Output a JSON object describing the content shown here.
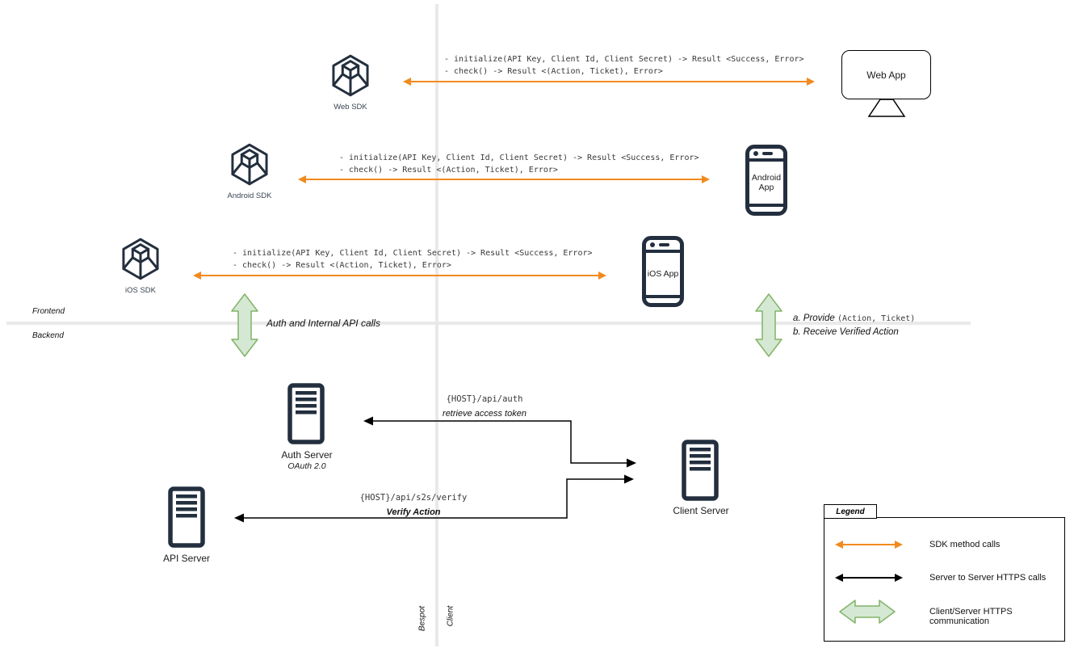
{
  "rows": [
    {
      "sdk_label": "Web SDK",
      "app_label": "Web App",
      "line1": "- initialize(API Key, Client Id, Client Secret) -> Result <Success, Error>",
      "line2": "- check() -> Result <(Action, Ticket), Error>"
    },
    {
      "sdk_label": "Android SDK",
      "app_label": "Android App",
      "line1": "- initialize(API Key, Client Id, Client Secret) -> Result <Success, Error>",
      "line2": "- check() -> Result <(Action, Ticket), Error>"
    },
    {
      "sdk_label": "iOS SDK",
      "app_label": "iOS App",
      "line1": "- initialize(API Key, Client Id, Client Secret) -> Result <Success, Error>",
      "line2": "- check() -> Result <(Action, Ticket), Error>"
    }
  ],
  "zones": {
    "frontend": "Frontend",
    "backend": "Backend",
    "left_company": "Bespot",
    "right_company": "Client"
  },
  "bridges": {
    "left_label": "Auth and Internal API calls",
    "right_a_italic": "a. Provide",
    "right_a_mono": "(Action, Ticket)",
    "right_b": "b. Receive Verified Action"
  },
  "servers": {
    "auth": {
      "label": "Auth Server",
      "sub": "OAuth 2.0"
    },
    "api": {
      "label": "API Server"
    },
    "client": {
      "label": "Client Server"
    }
  },
  "api_calls": {
    "auth_endpoint": "{HOST}/api/auth",
    "auth_desc": "retrieve access token",
    "verify_endpoint": "{HOST}/api/s2s/verify",
    "verify_desc": "Verify Action"
  },
  "legend": {
    "title": "Legend",
    "items": [
      {
        "icon": "orange-double-arrow",
        "label": "SDK method calls"
      },
      {
        "icon": "black-double-arrow",
        "label": "Server to Server HTTPS calls"
      },
      {
        "icon": "green-block-arrow",
        "label": "Client/Server HTTPS communication"
      }
    ]
  },
  "colors": {
    "navy": "#232F3E",
    "orange": "#F28A1E",
    "green_fill": "#D5E8D4",
    "green_stroke": "#82B366",
    "divider_gray": "#E9E9E9"
  }
}
